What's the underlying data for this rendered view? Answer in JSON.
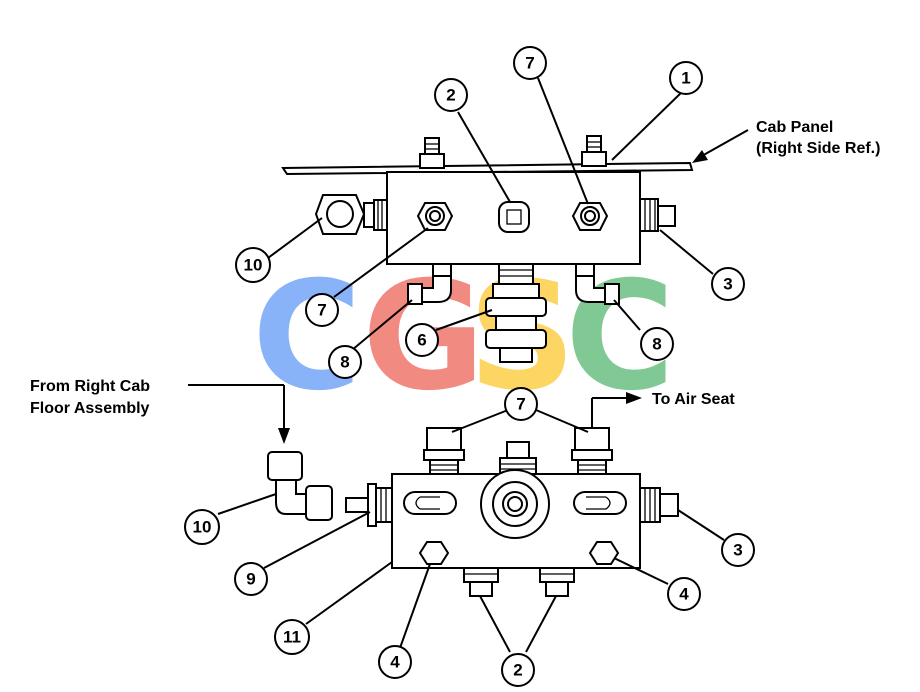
{
  "watermark": {
    "letters": [
      "C",
      "G",
      "S",
      "C"
    ],
    "colors": [
      "#4285F4",
      "#EA4335",
      "#FBBC05",
      "#34A853"
    ]
  },
  "labels": {
    "cab_panel_line1": "Cab Panel",
    "cab_panel_line2": "(Right Side Ref.)",
    "from_line1": "From Right Cab",
    "from_line2": "Floor Assembly",
    "to_air_seat": "To Air Seat"
  },
  "callouts": {
    "top_1": "1",
    "top_2": "2",
    "top_7": "7",
    "top_10": "10",
    "top_3": "3",
    "top_7b": "7",
    "mid_6": "6",
    "mid_8_left": "8",
    "mid_8_right": "8",
    "bot_7": "7",
    "bot_10": "10",
    "bot_9": "9",
    "bot_3": "3",
    "bot_4_right": "4",
    "bot_11": "11",
    "bot_4_left": "4",
    "bot_2": "2"
  }
}
